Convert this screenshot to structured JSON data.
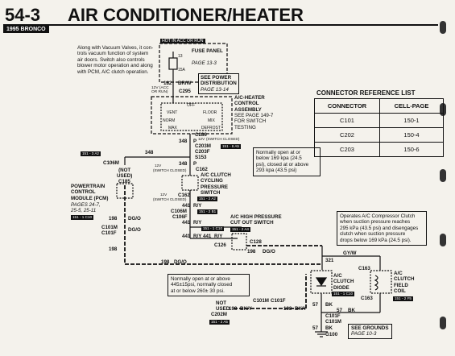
{
  "header": {
    "page_number": "54-3",
    "title": "AIR CONDITIONER/HEATER",
    "model_tag": "1995 BRONCO"
  },
  "notes": {
    "intro": [
      "Along with Vacuum Valves, it con-",
      "trols vacuum function of system",
      "air doors. Switch also controls",
      "blower motor operation and along",
      "with PCM, A/C clutch operation."
    ],
    "cycling_switch_note": [
      "Normally open at or",
      "below 169 kpa (24.5",
      "psi), closed at or above",
      "293 kpa (43.5 psi)"
    ],
    "compressor_note": [
      "Operates A/C Compressor Clutch",
      "when suction pressure reaches",
      "295 kPa (43.5 psi) and disengages",
      "clutch when suction pressure",
      "drops below 169 kPa (24.5 psi)."
    ],
    "cutout_note": [
      "Normally open at or above",
      "445±15psi, normally closed",
      "at or below 260± 30 psi."
    ]
  },
  "components": {
    "hot_label": "HOT IN ACC OR RUN",
    "fuse_panel": "FUSE PANEL",
    "fuse_panel_page": "PAGE 13-3",
    "fuse_number": "13",
    "fuse_rating": "15A",
    "see_power": [
      "SEE POWER",
      "DISTRIBUTION",
      "PAGE 13-14"
    ],
    "control_assembly": [
      "A/C-HEATER",
      "CONTROL",
      "ASSEMBLY"
    ],
    "control_page": [
      "SEE PAGE 149-7",
      "FOR SWITCH",
      "TESTING"
    ],
    "switch_off": "OFF",
    "switch_vent": "VENT",
    "switch_floor": "FLOOR",
    "switch_norm": "NORM",
    "switch_mix": "MIX",
    "switch_max": "MAX",
    "switch_defrost": "DEFROST",
    "cycling_switch": [
      "A/C CLUTCH",
      "CYCLING",
      "PRESSURE",
      "SWITCH"
    ],
    "pcm": [
      "POWERTRAIN",
      "CONTROL",
      "MODULE (PCM)"
    ],
    "pcm_pages": [
      "PAGES 24-7,",
      "25-5, 25-11"
    ],
    "cutout_switch": [
      "A/C HIGH PRESSURE",
      "CUT OUT SWITCH"
    ],
    "clutch_diode": [
      "A/C",
      "CLUTCH",
      "DIODE"
    ],
    "clutch_field_coil": [
      "A/C",
      "CLUTCH",
      "FIELD",
      "COIL"
    ],
    "see_grounds": [
      "SEE GROUNDS",
      "PAGE 10-3"
    ],
    "not_used_1": [
      "(NOT",
      "USED)"
    ],
    "not_used_2": [
      "NOT",
      "USED"
    ]
  },
  "wire_labels": {
    "w182": "182",
    "br_w": "BR/W",
    "acc_run": [
      "12V (ACC",
      "OR RUN)"
    ],
    "c295": "C295",
    "c286": "C286",
    "w348_a": "348",
    "p_a": "P",
    "sw_closed_a": "12V",
    "sw_closed_b": "(SWITCH CLOSED)",
    "c203m": "C203M",
    "c203f": "C203F",
    "s153": "S153",
    "w348_b": "348",
    "c106m": "C106M",
    "w348_c": "348",
    "p_b": "P",
    "c162_a": "C162",
    "c162_b": "C162",
    "c106m_b": "C106M",
    "c106f": "C106F",
    "w441_a": "441",
    "ry_a": "R/Y",
    "w441_b": "441",
    "ry_b": "R/Y",
    "w441_c": "441",
    "ry_c": "R/Y",
    "w441_d": "441",
    "ry_d": "R/Y",
    "c185": "C185",
    "w198_a": "198",
    "dgo_a": "DG/O",
    "c101m": "C101M",
    "c101f": "C101F",
    "w198_b": "198",
    "dgo_b": "DG/O",
    "w198_c": "198",
    "dgo_c": "DG/O",
    "c126": "C126",
    "c128": "C128",
    "w198_d": "198",
    "dgo_d": "DG/O",
    "w321": "321",
    "gy_w": "GY/W",
    "c163_a": "C163",
    "c163_b": "C163",
    "c202m": "C202M",
    "w198_e": "198",
    "bk_y_a": "BK/Y",
    "c101m_b": "C101M",
    "c101f_b": "C101F",
    "w198_f": "198",
    "bk_y_b": "BK/Y",
    "w57_a": "57",
    "bk_a": "BK",
    "w57_b": "57",
    "bk_b": "BK",
    "c101f_c": "C101F",
    "c101m_c": "C101M",
    "w57_c": "57",
    "bk_c": "BK",
    "g100": "G100",
    "sw_12v_b": "12V",
    "sw_closed_c": "(SWITCH CLOSED)",
    "sw_12v_c": "12V",
    "sw_closed_d": "(SWITCH CLOSED)"
  },
  "page_refs": {
    "r1": "151 - 6 A5",
    "r2": "151 - 3 A2",
    "r3": "151 - 2 A2",
    "r4": "151 - 2 B1",
    "r5": "151 - 1 C10",
    "r6": "151 - 2 A4",
    "r7": "151 - 1 C10",
    "r8": "151 - 2 F5",
    "r9": "151 - 1 C10",
    "r10": "151 - 2 A5"
  },
  "reference_table": {
    "title": "CONNECTOR REFERENCE LIST",
    "headers": [
      "CONNECTOR",
      "CELL-PAGE"
    ],
    "rows": [
      [
        "C101",
        "150-1"
      ],
      [
        "C202",
        "150-4"
      ],
      [
        "C203",
        "150-6"
      ]
    ]
  }
}
